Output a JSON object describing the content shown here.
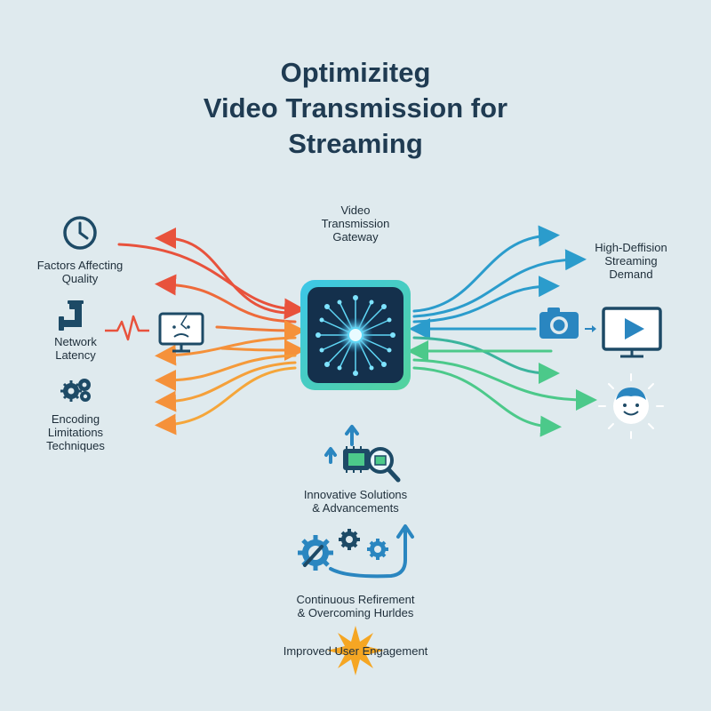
{
  "title": {
    "line1": "Optimiziteg",
    "line2": "Video Transmission for",
    "line3": "Streaming"
  },
  "gateway": {
    "line1": "Video",
    "line2": "Transmission",
    "line3": "Gateway"
  },
  "left": {
    "factors": {
      "line1": "Factors Affecting",
      "line2": "Quality"
    },
    "network": {
      "line1": "Network",
      "line2": "Latency"
    },
    "encoding": {
      "line1": "Encoding",
      "line2": "Limitations",
      "line3": "Techniques"
    }
  },
  "right": {
    "demand": {
      "line1": "High-Deffision",
      "line2": "Streaming",
      "line3": "Demand"
    }
  },
  "bottom": {
    "innovative": {
      "line1": "Innovative Solutions",
      "line2": "& Advancements"
    },
    "continuous": {
      "line1": "Continuous Refirement",
      "line2": "& Overcoming Hurldes"
    },
    "engagement": "Improved User Engagement"
  },
  "colors": {
    "background": "#dfeaee",
    "title": "#1f3b52",
    "red": "#e8523c",
    "orange": "#f5913a",
    "blue": "#2b9ccc",
    "green": "#4cc98a",
    "icon_navy": "#1d4a66",
    "icon_blue": "#2a86c0",
    "star": "#f5a623"
  },
  "icons": [
    "clock-icon",
    "pipe-icon",
    "gears-icon",
    "broken-monitor-icon",
    "camera-icon",
    "play-monitor-icon",
    "smiley-face-icon",
    "chip-magnifier-icon",
    "gears-wrench-icon",
    "star-burst-icon"
  ]
}
